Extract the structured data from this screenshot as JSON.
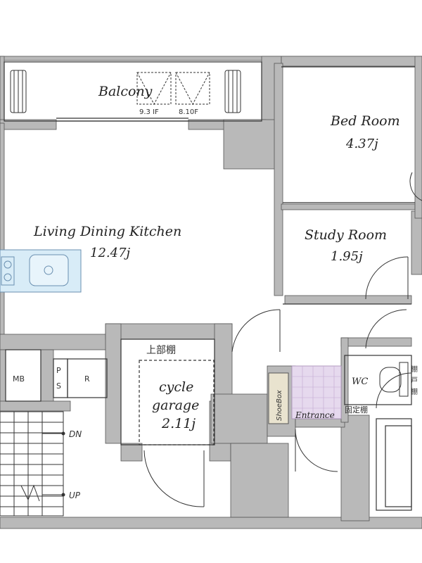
{
  "rooms": {
    "balcony": {
      "name": "Balcony",
      "tag1": "9.3 IF",
      "tag2": "8.10F"
    },
    "bedroom": {
      "name": "Bed Room",
      "area": "4.37j"
    },
    "study": {
      "name": "Study Room",
      "area": "1.95j"
    },
    "ldk": {
      "name": "Living Dining Kitchen",
      "area": "12.47j"
    },
    "cycle": {
      "line1": "cycle",
      "line2": "garage",
      "area": "2.11j",
      "shelf": "上部棚"
    },
    "entrance": {
      "name": "Entrance"
    },
    "wc": {
      "name": "WC"
    }
  },
  "fixtures": {
    "mb": "MB",
    "ps1": "P",
    "ps2": "S",
    "r": "R",
    "shoebox": "ShoeBox",
    "fixed_shelf": "固定棚",
    "side1": "棚",
    "side2": "戸",
    "side3": "棚"
  },
  "stairs": {
    "dn": "DN",
    "up": "UP"
  },
  "colors": {
    "wall": "#b9b9b9",
    "line": "#333333",
    "entrance_floor": "#e6d9ee",
    "kitchen": "#d8ecf7"
  }
}
